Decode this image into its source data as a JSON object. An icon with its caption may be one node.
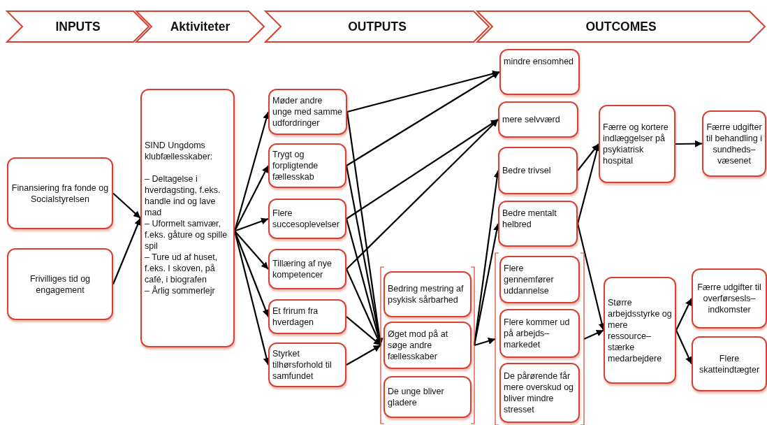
{
  "diagram": {
    "nodes": [
      {
        "text": [
          "INPUTS"
        ]
      },
      {
        "text": [
          "Aktiviteter"
        ]
      },
      {
        "text": [
          "OUTPUTS"
        ]
      },
      {
        "text": [
          "OUTCOMES"
        ]
      },
      {
        "text": [
          "Finansiering fra fonde og Socialstyrelsen"
        ]
      },
      {
        "text": [
          "Frivilliges tid og engagement"
        ]
      },
      {
        "text": [
          "SIND Ungdoms klubfællesskaber:",
          "– Deltagelse i hverdagsting, f.eks. handle ind og lave mad",
          "– Uformelt samvær, f.eks. gåture og spille spil",
          "– Ture ud af huset, f.eks. I skoven, på café, i biografen",
          "– Årlig sommerlejr"
        ]
      },
      {
        "text": [
          "Møder andre unge med samme udfordringer"
        ]
      },
      {
        "text": [
          "Trygt og forpligtende fællesskab"
        ]
      },
      {
        "text": [
          "Flere succesoplevelser"
        ]
      },
      {
        "text": [
          "Tillæring af nye kompetencer"
        ]
      },
      {
        "text": [
          "Et frirum fra hverdagen"
        ]
      },
      {
        "text": [
          "Styrket tilhørsforhold til samfundet"
        ]
      },
      {
        "text": [],
        "shape": "bracket"
      },
      {
        "text": [
          "Bedring mestring af psykisk sårbarhed"
        ],
        "in": 13
      },
      {
        "text": [
          "Øget mod på at søge andre fællesskaber"
        ],
        "in": 13
      },
      {
        "text": [
          "De unge bliver gladere"
        ],
        "in": 13
      },
      {
        "text": [
          "mindre ensomhed"
        ]
      },
      {
        "text": [
          "mere selvværd"
        ]
      },
      {
        "text": [
          "Bedre trivsel"
        ]
      },
      {
        "text": [
          "Bedre mentalt helbred"
        ]
      },
      {
        "text": [],
        "shape": "bracket"
      },
      {
        "text": [
          "Flere gennemfører uddannelse"
        ],
        "in": 21
      },
      {
        "text": [
          "Flere kommer ud på arbejds– markedet"
        ],
        "in": 21
      },
      {
        "text": [
          "De pårørende får mere overskud og bliver mindre stresset"
        ],
        "in": 21
      },
      {
        "text": [
          "Færre og kortere indlæggelser på psykiatrisk hospital"
        ]
      },
      {
        "text": [
          "Færre udgifter til behandling i sundheds– væsenet"
        ]
      },
      {
        "text": [
          "Større arbejdsstyrke og mere ressource– stærke medarbejdere"
        ]
      },
      {
        "text": [
          "Færre udgifter til overførsesls– indkomster"
        ]
      },
      {
        "text": [
          "Flere skatteindtægter"
        ]
      }
    ],
    "edges": [
      {
        "from": 4,
        "to": 6,
        "arrow": "to"
      },
      {
        "from": 5,
        "to": 6,
        "arrow": "to"
      },
      {
        "from": 6,
        "to": 7,
        "arrow": "to"
      },
      {
        "from": 6,
        "to": 8,
        "arrow": "to"
      },
      {
        "from": 6,
        "to": 9,
        "arrow": "to"
      },
      {
        "from": 6,
        "to": 10,
        "arrow": "to"
      },
      {
        "from": 6,
        "to": 11,
        "arrow": "to"
      },
      {
        "from": 6,
        "to": 12,
        "arrow": "to"
      },
      {
        "from": 7,
        "to": 17,
        "arrow": "to"
      },
      {
        "from": 8,
        "to": 17,
        "arrow": "to"
      },
      {
        "from": 9,
        "to": 18,
        "arrow": "to"
      },
      {
        "from": 10,
        "to": 18,
        "arrow": "to"
      },
      {
        "from": 7,
        "to": 13,
        "arrow": "to"
      },
      {
        "from": 8,
        "to": 13,
        "arrow": "to"
      },
      {
        "from": 9,
        "to": 13,
        "arrow": "to"
      },
      {
        "from": 10,
        "to": 13,
        "arrow": "to"
      },
      {
        "from": 11,
        "to": 13,
        "arrow": "to"
      },
      {
        "from": 12,
        "to": 13,
        "arrow": "to"
      },
      {
        "from": 13,
        "to": 19,
        "arrow": "to"
      },
      {
        "from": 13,
        "to": 20,
        "arrow": "to"
      },
      {
        "from": 13,
        "to": 21,
        "arrow": "to"
      },
      {
        "from": 19,
        "to": 25,
        "arrow": "to"
      },
      {
        "from": 20,
        "to": 25,
        "arrow": "to"
      },
      {
        "from": 20,
        "to": 27,
        "arrow": "to"
      },
      {
        "from": 21,
        "to": 27,
        "arrow": "to"
      },
      {
        "from": 25,
        "to": 26,
        "arrow": "to"
      },
      {
        "from": 27,
        "to": 28,
        "arrow": "to"
      },
      {
        "from": 27,
        "to": 29,
        "arrow": "to"
      }
    ]
  }
}
